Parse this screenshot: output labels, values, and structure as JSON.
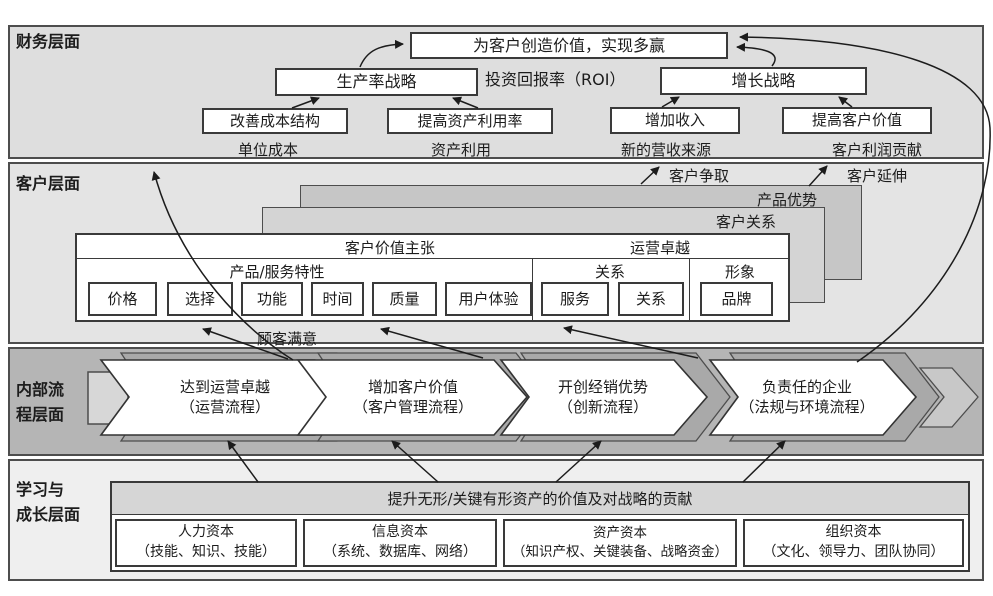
{
  "colors": {
    "financial_band": "#dedede",
    "customer_band": "#e4e4e4",
    "internal_band": "#b5b5b5",
    "learning_band": "#efefef",
    "layer_back": "#c6c6c6",
    "layer_mid": "#d4d4d4",
    "header_bar": "#d6d6d6",
    "border": "#4d4d4d"
  },
  "financial": {
    "band_label": "财务层面",
    "top_box": "为客户创造价值，实现多赢",
    "roi": "投资回报率（ROI）",
    "productivity": "生产率战略",
    "growth": "增长战略",
    "cost": "改善成本结构",
    "cost_metric": "单位成本",
    "asset": "提高资产利用率",
    "asset_metric": "资产利用",
    "revenue": "增加收入",
    "revenue_metric": "新的营收来源",
    "value": "提高客户价值",
    "value_metric": "客户利润贡献"
  },
  "customer": {
    "band_label": "客户层面",
    "acquisition": "客户争取",
    "extension": "客户延伸",
    "layer_product": "产品优势",
    "layer_relation": "客户关系",
    "header_left": "客户价值主张",
    "header_right": "运营卓越",
    "group_product": "产品/服务特性",
    "group_relation": "关系",
    "group_image": "形象",
    "items": [
      "价格",
      "选择",
      "功能",
      "时间",
      "质量",
      "用户体验",
      "服务",
      "关系",
      "品牌"
    ],
    "satisfaction": "顾客满意"
  },
  "internal": {
    "band_label": "内部流\n程层面",
    "chevrons": [
      {
        "title": "达到运营卓越",
        "subtitle": "（运营流程）"
      },
      {
        "title": "增加客户价值",
        "subtitle": "（客户管理流程）"
      },
      {
        "title": "开创经销优势",
        "subtitle": "（创新流程）"
      },
      {
        "title": "负责任的企业",
        "subtitle": "（法规与环境流程）"
      }
    ]
  },
  "learning": {
    "band_label": "学习与\n成长层面",
    "header": "提升无形/关键有形资产的价值及对战略的贡献",
    "capitals": [
      {
        "title": "人力资本",
        "subtitle": "（技能、知识、技能）"
      },
      {
        "title": "信息资本",
        "subtitle": "（系统、数据库、网络）"
      },
      {
        "title": "资产资本",
        "subtitle": "（知识产权、关键装备、战略资金）"
      },
      {
        "title": "组织资本",
        "subtitle": "（文化、领导力、团队协同）"
      }
    ]
  }
}
